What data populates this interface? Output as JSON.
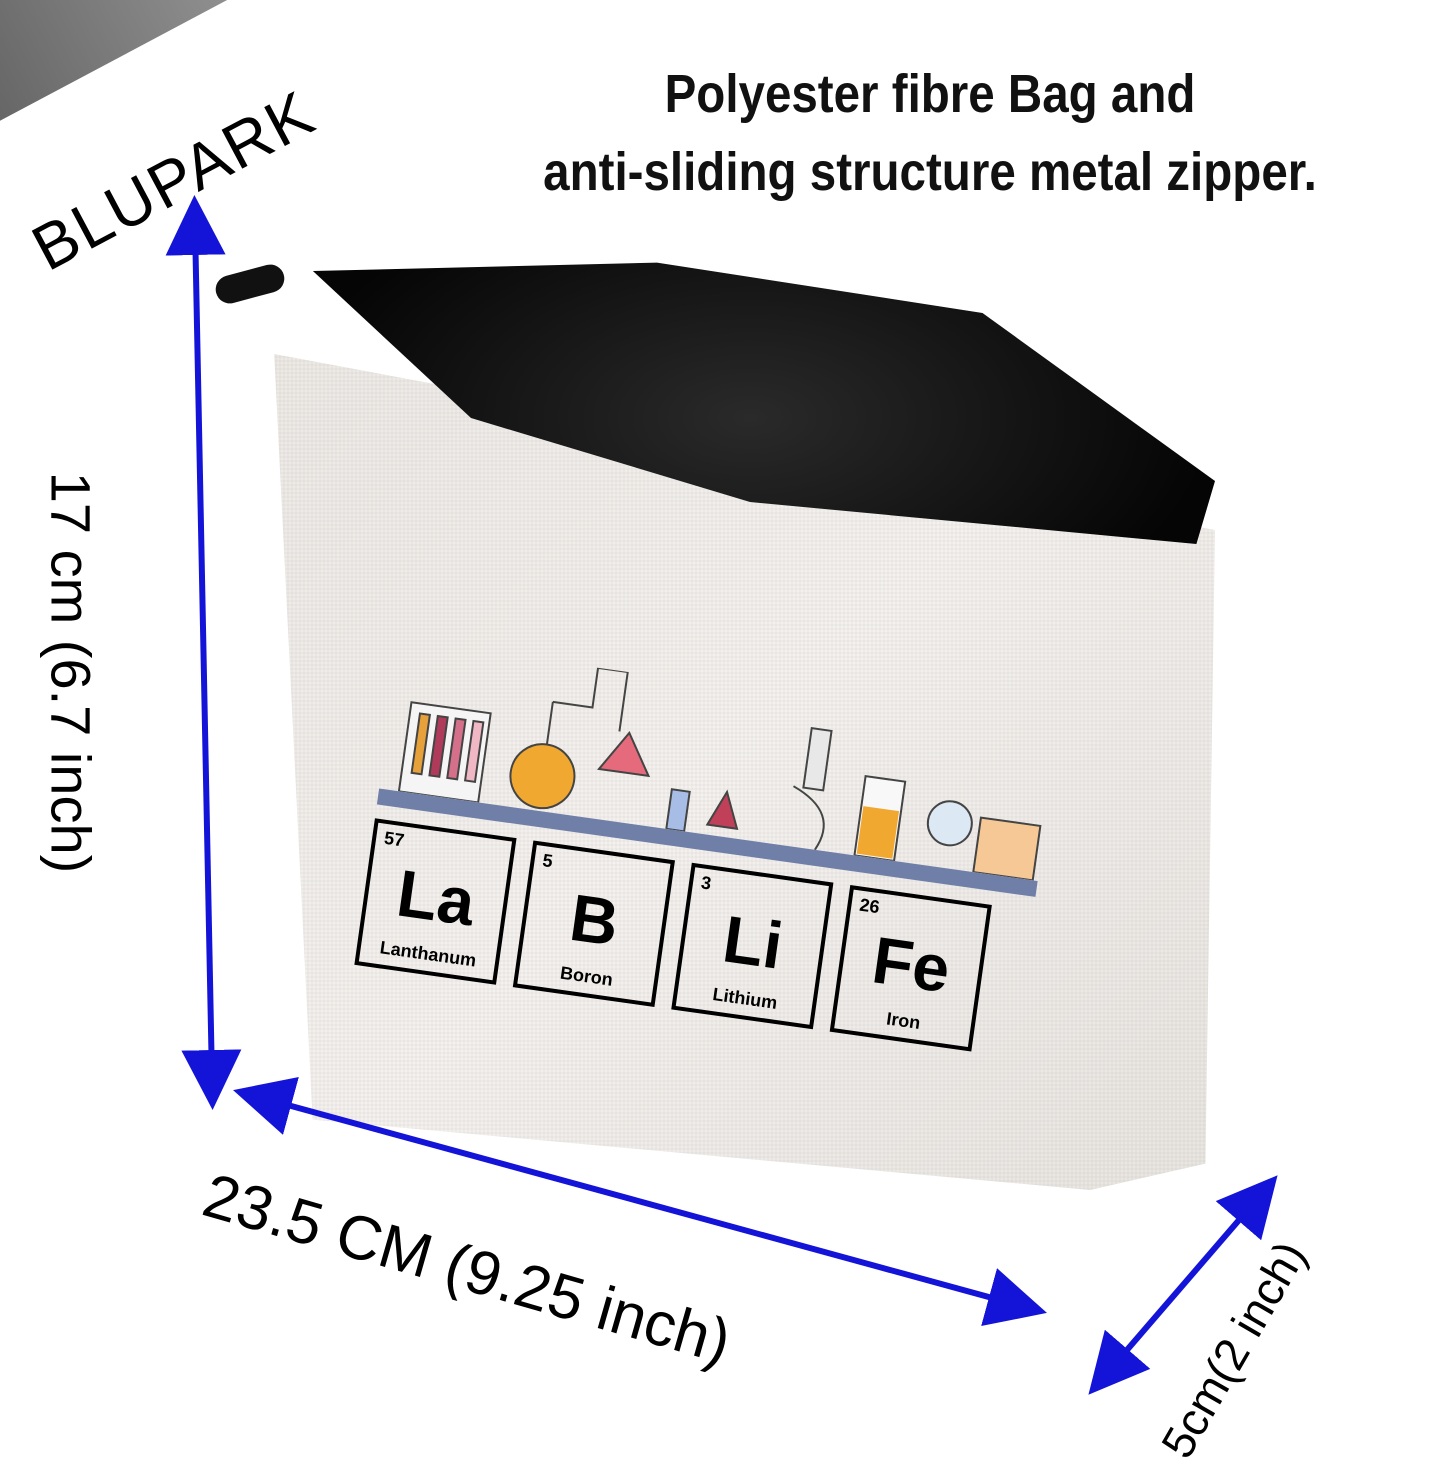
{
  "brand": {
    "name": "BLUPARK"
  },
  "headline": {
    "line1": "Polyester fibre Bag and",
    "line2": "anti-sliding structure metal zipper."
  },
  "product": {
    "type": "cosmetic zipper pouch",
    "print": {
      "elements": [
        {
          "number": "57",
          "symbol": "La",
          "name": "Lanthanum"
        },
        {
          "number": "5",
          "symbol": "B",
          "name": "Boron"
        },
        {
          "number": "3",
          "symbol": "Li",
          "name": "Lithium"
        },
        {
          "number": "26",
          "symbol": "Fe",
          "name": "Iron"
        }
      ],
      "illustrations": [
        "test-tube-rack",
        "round-flask-with-stand",
        "erlenmeyer-flask",
        "bunsen-burner",
        "bottle",
        "coil-condenser",
        "small-flask",
        "microscope",
        "graduated-beaker",
        "globe",
        "archive-box"
      ]
    }
  },
  "dimensions": {
    "height": "17 cm (6.7 inch)",
    "width": "23.5 CM (9.25 inch)",
    "depth": "5cm(2 inch)"
  },
  "colors": {
    "arrow": "#1414d8",
    "shelf": "#6f7fa8",
    "fabric": "#efebe7",
    "lining": "#0a0a0a"
  }
}
